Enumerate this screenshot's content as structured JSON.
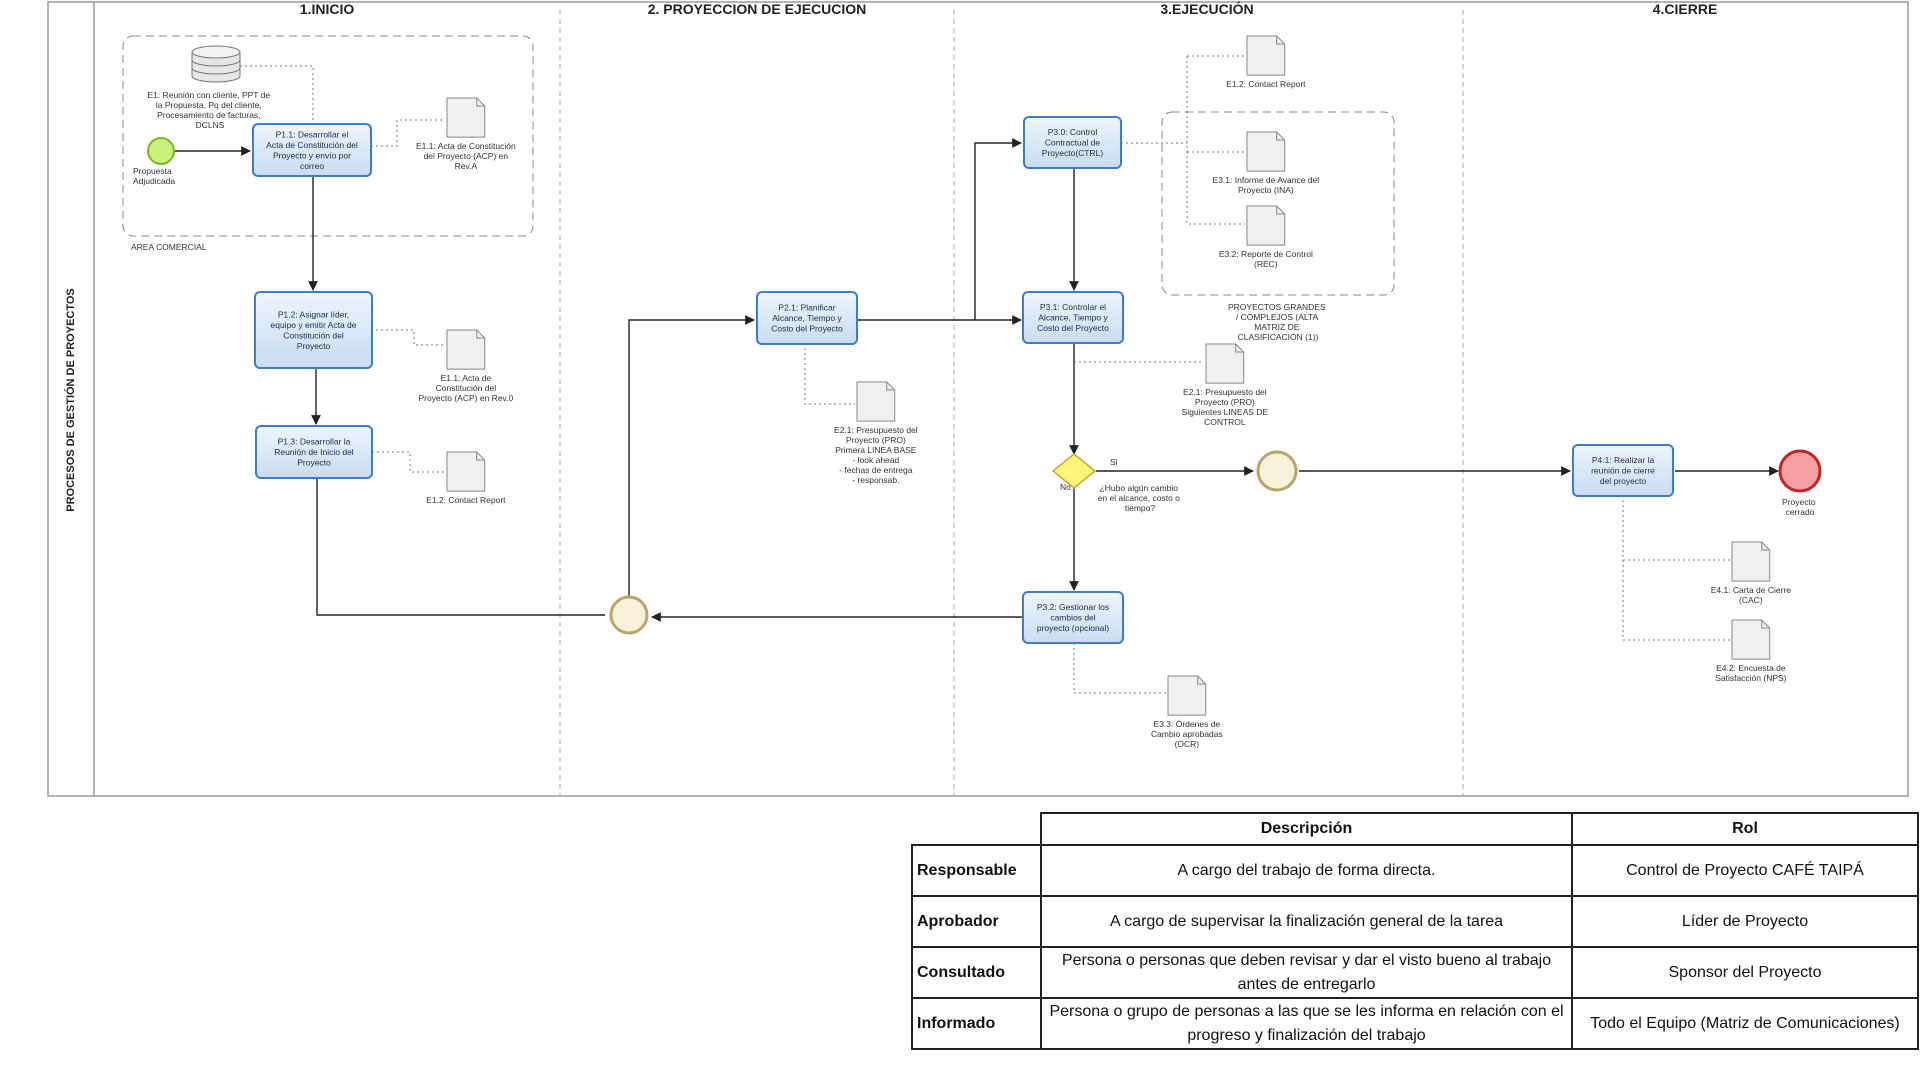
{
  "phases": [
    "1.INICIO",
    "2. PROYECCION DE EJECUCION",
    "3.EJECUCIÓN",
    "4.CIERRE"
  ],
  "pool_label": "PROCESOS DE GESTIÓN DE PROYECTOS",
  "subgroup_labels": {
    "area_comercial": "AREA COMERCIAL",
    "proyectos_grandes": [
      "PROYECTOS GRANDES",
      "/ COMPLEJOS (ALTA",
      "MATRIZ DE",
      "CLASIFICACIÓN (1))"
    ]
  },
  "events": {
    "start": [
      "Propuesta",
      "Adjudicada"
    ],
    "end": [
      "Proyecto",
      "cerrado"
    ]
  },
  "data_store": [
    "E1: Reunión con cliente, PPT de",
    "la Propuesta, Pq del cliente,",
    "Procesamiento de facturas,",
    "DCLNS"
  ],
  "tasks": {
    "p1_1": [
      "P1.1: Desarrollar el",
      "Acta de Constitución del",
      "Proyecto y envío por",
      "correo"
    ],
    "p1_2": [
      "P1.2: Asignar líder,",
      "equipo y emitir Acta de",
      "Constitución del",
      "Proyecto"
    ],
    "p1_3": [
      "P1.3: Desarrollar la",
      "Reunión de Inicio del",
      "Proyecto"
    ],
    "p2_1": [
      "P2.1: Planificar",
      "Alcance, Tiempo y",
      "Costo del Proyecto"
    ],
    "p3_0": [
      "P3.0: Control",
      "Contractual de",
      "Proyecto(CTRL)"
    ],
    "p3_1": [
      "P3.1: Controlar el",
      "Alcance, Tiempo y",
      "Costo del Proyecto"
    ],
    "p3_2": [
      "P3.2: Gestionar los",
      "cambios del",
      "proyecto (opcional)"
    ],
    "p4_1": [
      "P4.1: Realizar la",
      "reunión de cierre",
      "del proyecto"
    ]
  },
  "documents": {
    "e1_1a": [
      "E1.1: Acta de Constitución",
      "del Proyecto (ACP) en",
      "Rev.A"
    ],
    "e1_1b": [
      "E1.1: Acta de",
      "Constitución del",
      "Proyecto (ACP) en Rev.0"
    ],
    "e1_2a": [
      "E1.2: Contact Report"
    ],
    "e2_1": [
      "E2.1: Presupuesto del",
      "Proyecto (PRO)",
      "Primera LINEA BASE",
      "- look ahead",
      "- fechas de entrega",
      "- responsab."
    ],
    "e1_2b": [
      "E1.2: Contact Report"
    ],
    "e3_1": [
      "E3.1: Informe de Avance del",
      "Proyecto (INA)"
    ],
    "e3_2": [
      "E3.2: Reporte de Control",
      "(REC)"
    ],
    "e2_1b": [
      "E2.1: Presupuesto del",
      "Proyecto (PRO)",
      "Siguientes LINEAS DE",
      "CONTROL"
    ],
    "e3_3": [
      "E3.3: Órdenes de",
      "Cambio aprobadas",
      "(OCR)"
    ],
    "e4_1": [
      "E4.1: Carta de Cierre",
      "(CAC)"
    ],
    "e4_2": [
      "E4.2: Encuesta de",
      "Satisfacción (NPS)"
    ]
  },
  "gateway": {
    "question": [
      "¿Hubo algún cambio",
      "en el alcance, costo o",
      "tiempo?"
    ],
    "yes": "Si",
    "no": "No"
  },
  "legend": {
    "headers": [
      "Descripción",
      "Rol"
    ],
    "rows": [
      {
        "label": "Responsable",
        "description": "A cargo del trabajo de forma directa.",
        "role": "Control de Proyecto CAFÉ TAIPÁ"
      },
      {
        "label": "Aprobador",
        "description": "A cargo de supervisar la finalización general de la tarea",
        "role": "Líder de Proyecto"
      },
      {
        "label": "Consultado",
        "description": "Persona o personas que deben revisar y dar el visto bueno al trabajo antes de entregarlo",
        "role": "Sponsor del Proyecto"
      },
      {
        "label": "Informado",
        "description": "Persona o grupo de personas a las que se les informa en relación con el progreso y finalización del trabajo",
        "role": "Todo el Equipo (Matriz de Comunicaciones)"
      }
    ]
  }
}
